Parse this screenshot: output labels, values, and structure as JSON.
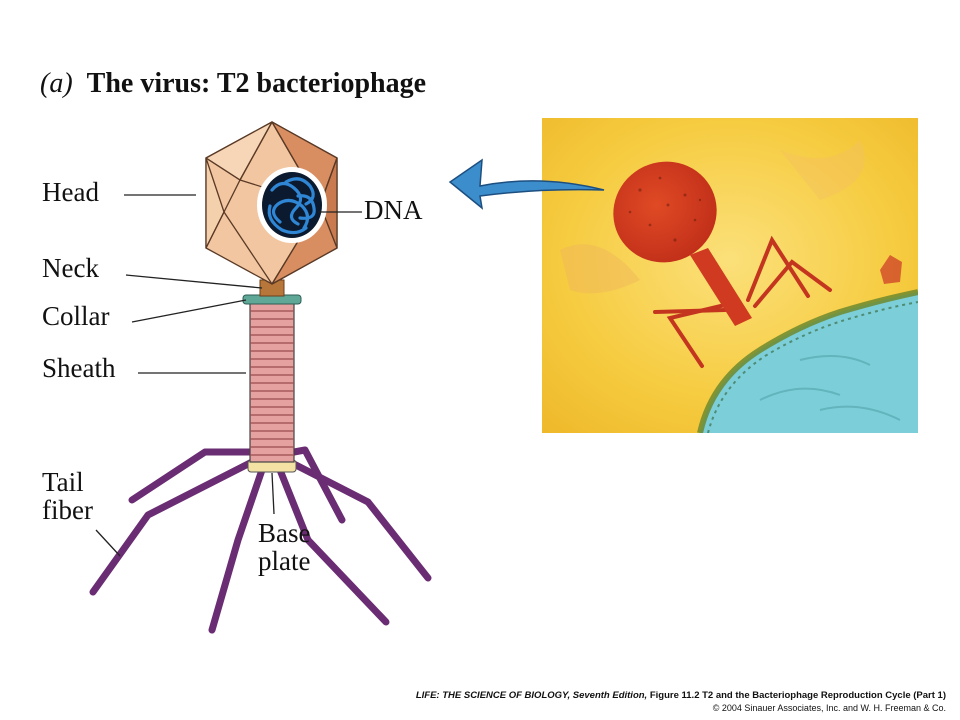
{
  "title": {
    "panel": "(a)",
    "text": "The virus: T2 bacteriophage"
  },
  "labels": {
    "head": "Head",
    "dna": "DNA",
    "neck": "Neck",
    "collar": "Collar",
    "sheath": "Sheath",
    "tail_fiber": "Tail fiber",
    "tail_fiber_line1": "Tail",
    "tail_fiber_line2": "fiber",
    "base_plate_line1": "Base",
    "base_plate_line2": "plate"
  },
  "footer": {
    "book": "LIFE: THE SCIENCE OF BIOLOGY, Seventh Edition,",
    "figure": " Figure 11.2 T2 and the Bacteriophage Reproduction Cycle (Part 1)",
    "copyright": "© 2004 Sinauer Associates, Inc. and W. H. Freeman & Co."
  },
  "colors": {
    "head_fill": "#f2c6a0",
    "head_shade": "#d98e62",
    "dna_blue": "#2f86d4",
    "sheath_pink": "#e5a0a0",
    "fiber_purple": "#6a2c72",
    "micrograph_yellow": "#f5c93a",
    "virus_red": "#d43a1c",
    "cell_cyan": "#7ccfd8",
    "arrow_blue": "#3c8dcc"
  }
}
